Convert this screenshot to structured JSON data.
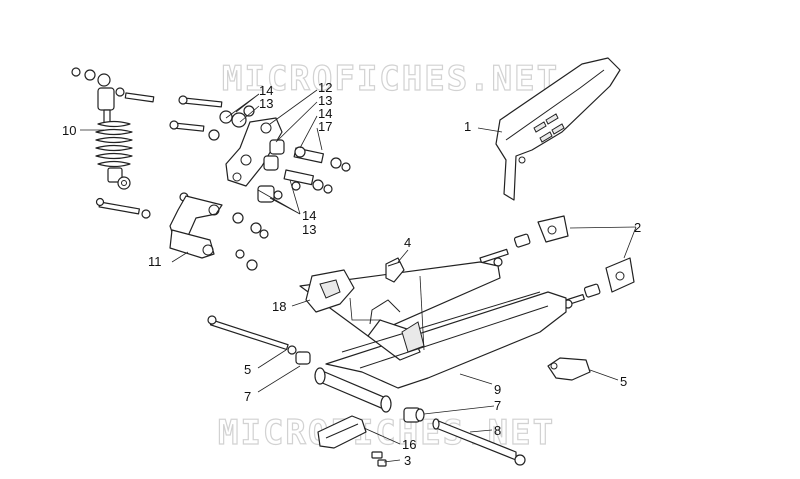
{
  "watermark": {
    "top": "MICROFICHES.NET",
    "bottom": "MICROFICHES.NET"
  },
  "callouts": {
    "c1": "1",
    "c2": "2",
    "c3": "3",
    "c4": "4",
    "c5a": "5",
    "c5b": "5",
    "c7a": "7",
    "c7b": "7",
    "c8": "8",
    "c9": "9",
    "c10": "10",
    "c11": "11",
    "c12": "12",
    "c13a": "13",
    "c13b": "13",
    "c13c": "13",
    "c14a": "14",
    "c14b": "14",
    "c14c": "14",
    "c16": "16",
    "c17": "17",
    "c18": "18"
  }
}
